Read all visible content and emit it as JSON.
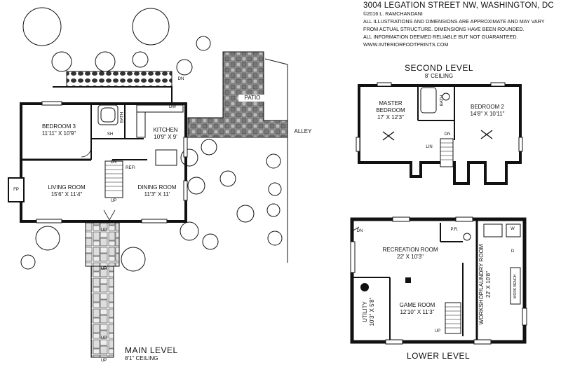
{
  "header": {
    "address": "3004 LEGATION STREET NW, WASHINGTON, DC",
    "copyright": "©2016 L. RAMCHANDANI",
    "disclaimer_1": "ALL ILLUSTRATIONS AND DIMENSIONS ARE APPROXIMATE AND MAY VARY",
    "disclaimer_2": "FROM ACTUAL STRUCTURE. DIMENSIONS HAVE BEEN ROUNDED.",
    "disclaimer_3": "ALL INFORMATION DEEMED RELIABLE BUT NOT GUARANTEED.",
    "website": "WWW.INTERIORFOOTPRINTS.COM"
  },
  "levels": {
    "main": {
      "title": "MAIN LEVEL",
      "ceiling": "8'1\" CEILING",
      "rooms": {
        "bedroom3": {
          "name": "BEDROOM 3",
          "dims": "11'11\" X 10'9\""
        },
        "kitchen": {
          "name": "KITCHEN",
          "dims": "10'9\" X 9'"
        },
        "living": {
          "name": "LIVING ROOM",
          "dims": "15'6\" X 11'4\""
        },
        "dining": {
          "name": "DINING ROOM",
          "dims": "11'3\" X 11'"
        },
        "patio": {
          "name": "PATIO"
        },
        "alley": {
          "name": "ALLEY"
        }
      },
      "small_labels": {
        "bath": "BATH",
        "sh": "SH",
        "dw": "DW",
        "refi": "REFI",
        "fp": "FP",
        "dn1": "DN",
        "dn2": "DN",
        "up1": "UP",
        "up2": "UP",
        "up3": "UP",
        "up4": "UP",
        "up5": "UP"
      }
    },
    "second": {
      "title": "SECOND LEVEL",
      "ceiling": "8' CEILING",
      "rooms": {
        "master": {
          "name": "MASTER\nBEDROOM",
          "name_1": "MASTER",
          "name_2": "BEDROOM",
          "dims": "17' X 12'3\""
        },
        "bedroom2": {
          "name": "BEDROOM 2",
          "dims": "14'8\" X 10'11\""
        }
      },
      "small_labels": {
        "bath": "BATH",
        "lin": "LIN",
        "dn": "DN"
      }
    },
    "lower": {
      "title": "LOWER LEVEL",
      "rooms": {
        "recreation": {
          "name": "RECREATION ROOM",
          "dims": "22' X 10'3\""
        },
        "game": {
          "name": "GAME ROOM",
          "dims": "12'10\" X 11'3\""
        },
        "utility": {
          "name": "UTILITY",
          "dims": "10'3\" X 5'8\""
        },
        "workshop": {
          "name": "WORKSHOP/LAUNDRY ROOM",
          "dims": "22' X 10'8\""
        }
      },
      "small_labels": {
        "pr": "P.R.",
        "dn": "DN",
        "up": "UP",
        "w": "W",
        "d": "D",
        "bench": "WORK BENCH"
      }
    }
  },
  "colors": {
    "ink": "#111111",
    "paving": "#8a8a8a",
    "hedge": "#555555"
  }
}
